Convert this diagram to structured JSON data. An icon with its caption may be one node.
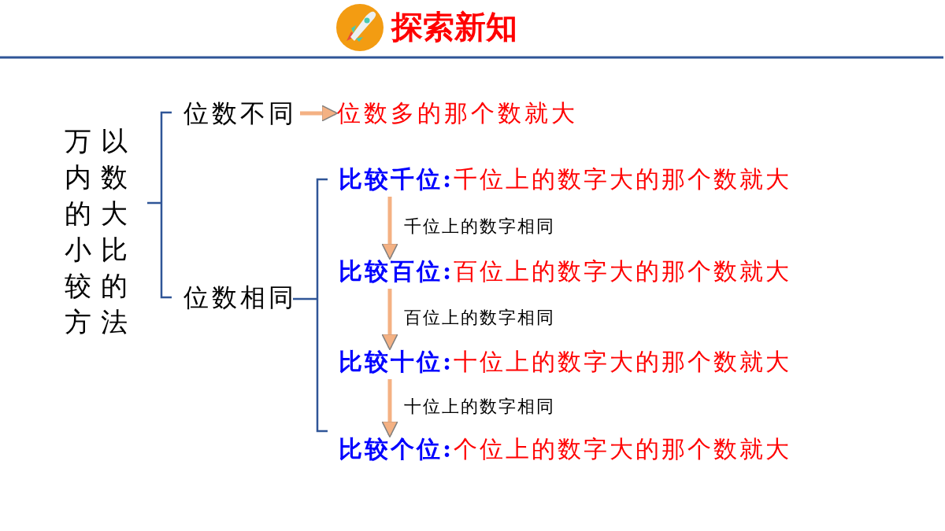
{
  "diagram": {
    "title": "探索新知",
    "nodes": [
      {
        "text": [
          "万以内数的大小比较的方法"
        ]
      },
      {
        "text": [
          "位数不同"
        ]
      },
      {
        "text": [
          "位数多的那个数就大"
        ]
      },
      {
        "text": [
          "位数相同"
        ]
      },
      {
        "text": [
          "比较千位:",
          "千位上的数字大的那个数就大"
        ]
      },
      {
        "text": [
          "比较百位:",
          "百位上的数字大的那个数就大"
        ]
      },
      {
        "text": [
          "比较十位:",
          "十位上的数字大的那个数就大"
        ]
      },
      {
        "text": [
          "比较个位:",
          "个位上的数字大的那个数就大"
        ]
      }
    ],
    "edges": [
      {
        "from": 1,
        "to": 2,
        "arrow": "to"
      },
      {
        "from": 4,
        "to": 5,
        "arrow": "to",
        "label": "千位上的数字相同"
      },
      {
        "from": 5,
        "to": 6,
        "arrow": "to",
        "label": "百位上的数字相同"
      },
      {
        "from": 6,
        "to": 7,
        "arrow": "to",
        "label": "十位上的数字相同"
      }
    ]
  }
}
